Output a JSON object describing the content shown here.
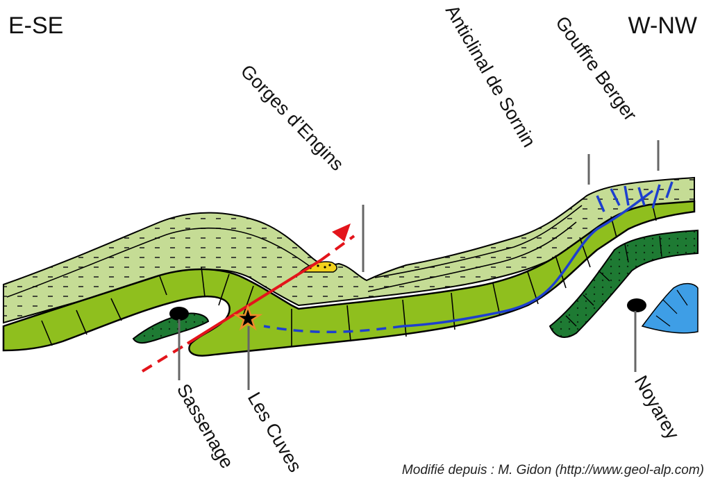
{
  "corner_labels": {
    "left": "E-SE",
    "right": "W-NW"
  },
  "place_labels": {
    "gorges": "Gorges d’Engins",
    "anticlinal": "Anticlinal de Sornin",
    "gouffre": "Gouffre Berger",
    "sassenage": "Sassenage",
    "cuves": "Les Cuves",
    "noyarey": "Noyarey"
  },
  "credit": "Modifié depuis : M. Gidon (http://www.geol-alp.com)",
  "colors": {
    "upper_layer": "#c5dc95",
    "limestone": "#8fbf1e",
    "lower_layer": "#1e7a33",
    "karst_blue": "#3e9ee6",
    "fault": "#e3141b",
    "cave_river": "#1d3fcf",
    "star": "#f08a2b",
    "yellow_deposit": "#f2d21b",
    "outline": "#000000"
  }
}
